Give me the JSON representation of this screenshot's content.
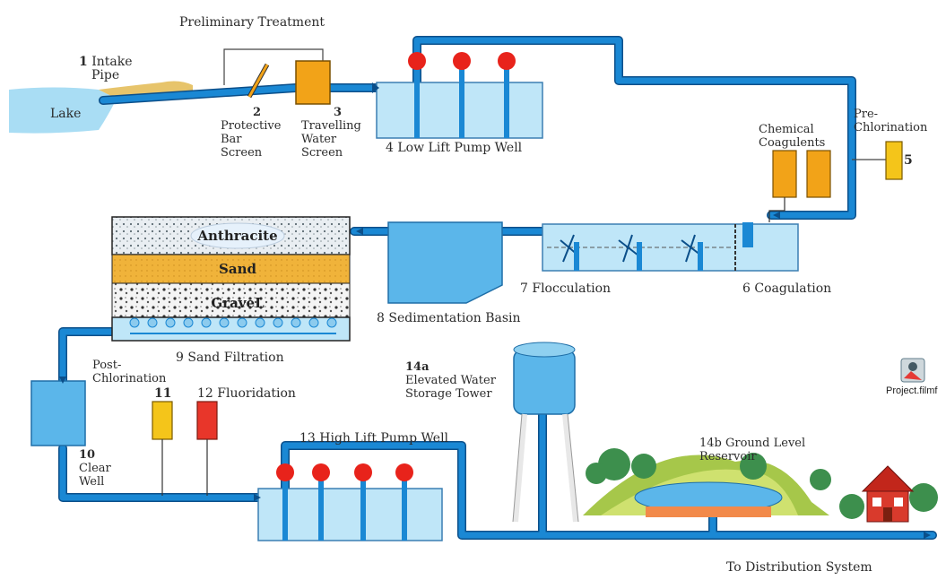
{
  "labels": {
    "preliminary_treatment": "Preliminary Treatment",
    "lake": "Lake",
    "intake_num": "1",
    "intake_line1": "Intake",
    "intake_line2": "Pipe",
    "bar_screen_num": "2",
    "bar_screen_line1": "Protective",
    "bar_screen_line2": "Bar",
    "bar_screen_line3": "Screen",
    "water_screen_num": "3",
    "water_screen_line1": "Travelling",
    "water_screen_line2": "Water",
    "water_screen_line3": "Screen",
    "low_lift": "4 Low Lift Pump Well",
    "pre_chlorination_line1": "Pre-",
    "pre_chlorination_line2": "Chlorination",
    "pre_chlorination_num": "5",
    "chemical_line1": "Chemical",
    "chemical_line2": "Coagulents",
    "coagulation": "6 Coagulation",
    "flocculation": "7 Flocculation",
    "sedimentation": "8 Sedimentation Basin",
    "sand_filtration": "9 Sand Filtration",
    "anthracite": "Anthracite",
    "sand": "Sand",
    "gravel": "GraveL",
    "post_chlorination_line1": "Post-",
    "post_chlorination_line2": "Chlorination",
    "clear_well_num": "10",
    "clear_well_line1": "Clear",
    "clear_well_line2": "Well",
    "tank11_num": "11",
    "fluoridation": "12 Fluoridation",
    "high_lift": "13 High Lift Pump Well",
    "tower_num": "14a",
    "tower_line1": "Elevated Water",
    "tower_line2": "Storage Tower",
    "reservoir_line1": "14b Ground Level",
    "reservoir_line2": "Reservoir",
    "distribution": "To Distribution System",
    "file_name": "Project.filmf"
  },
  "colors": {
    "pipe": "#1a88d4",
    "pipe_edge": "#0b4f8a",
    "water": "#bfe6f8",
    "pump_head": "#e8231b",
    "chemical_tank": "#f2a318",
    "chlorine_tank": "#f4c51a",
    "fluoride_tank": "#e8362a",
    "sand": "#f0b33a",
    "grass": "#8fbf3a",
    "tree": "#3d8f4d"
  }
}
